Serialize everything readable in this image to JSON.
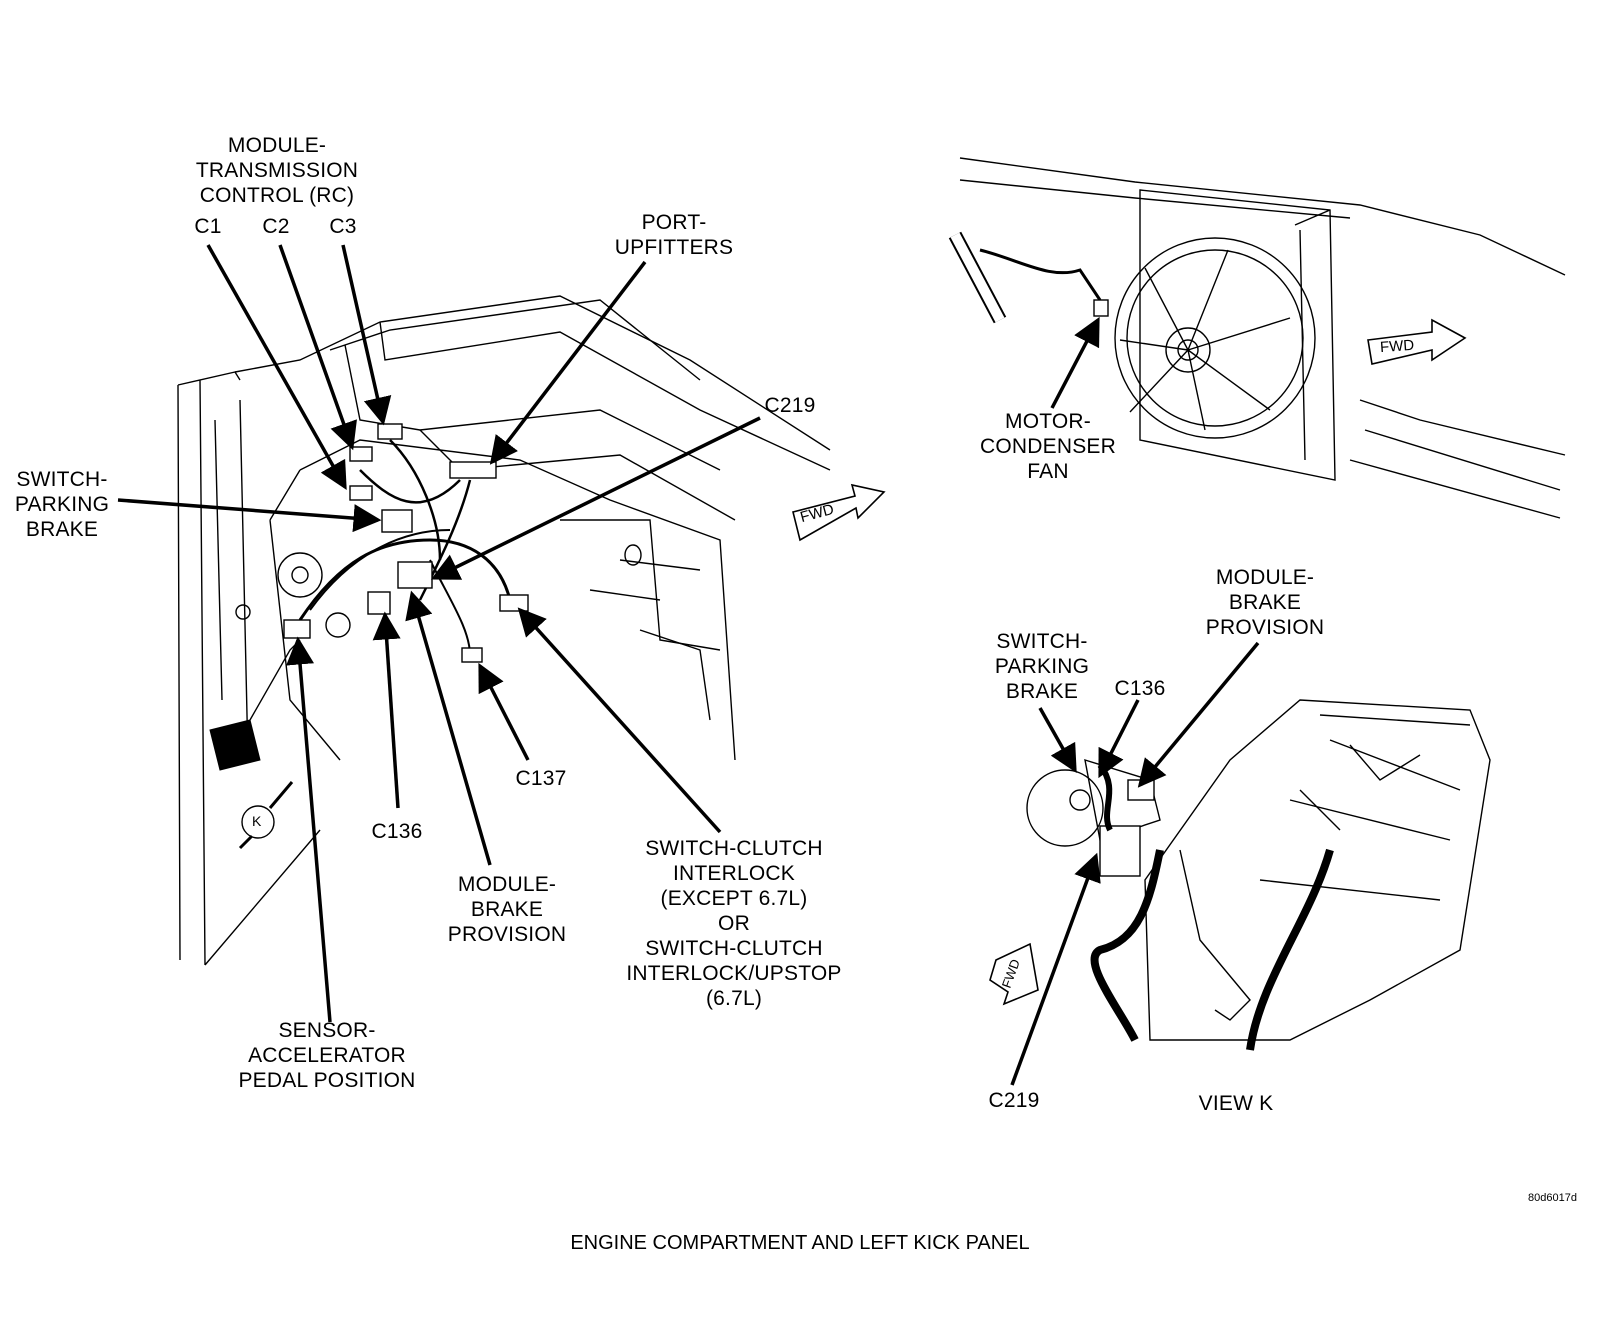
{
  "caption": "ENGINE COMPARTMENT  AND LEFT KICK PANEL",
  "figure_id": "80d6017d",
  "labels": {
    "module_tcm": [
      "MODULE-",
      "TRANSMISSION",
      "CONTROL (RC)"
    ],
    "c1": "C1",
    "c2": "C2",
    "c3": "C3",
    "port_upfitters": [
      "PORT-",
      "UPFITTERS"
    ],
    "c219_main": "C219",
    "switch_parking_brake_main": [
      "SWITCH-",
      "PARKING",
      "BRAKE"
    ],
    "c137": "C137",
    "c136_main": "C136",
    "module_brake_main": [
      "MODULE-",
      "BRAKE",
      "PROVISION"
    ],
    "switch_clutch": [
      "SWITCH-CLUTCH",
      "INTERLOCK",
      "(EXCEPT 6.7L)",
      "OR",
      "SWITCH-CLUTCH",
      "INTERLOCK/UPSTOP",
      "(6.7L)"
    ],
    "sensor_app": [
      "SENSOR-",
      "ACCELERATOR",
      "PEDAL POSITION"
    ],
    "motor_condenser_fan": [
      "MOTOR-",
      "CONDENSER",
      "FAN"
    ],
    "module_brake_view": [
      "MODULE-",
      "BRAKE",
      "PROVISION"
    ],
    "switch_parking_brake_view": [
      "SWITCH-",
      "PARKING",
      "BRAKE"
    ],
    "c136_view": "C136",
    "c219_view": "C219",
    "view_k": "VIEW K",
    "fwd": "FWD",
    "k_marker": "K"
  }
}
